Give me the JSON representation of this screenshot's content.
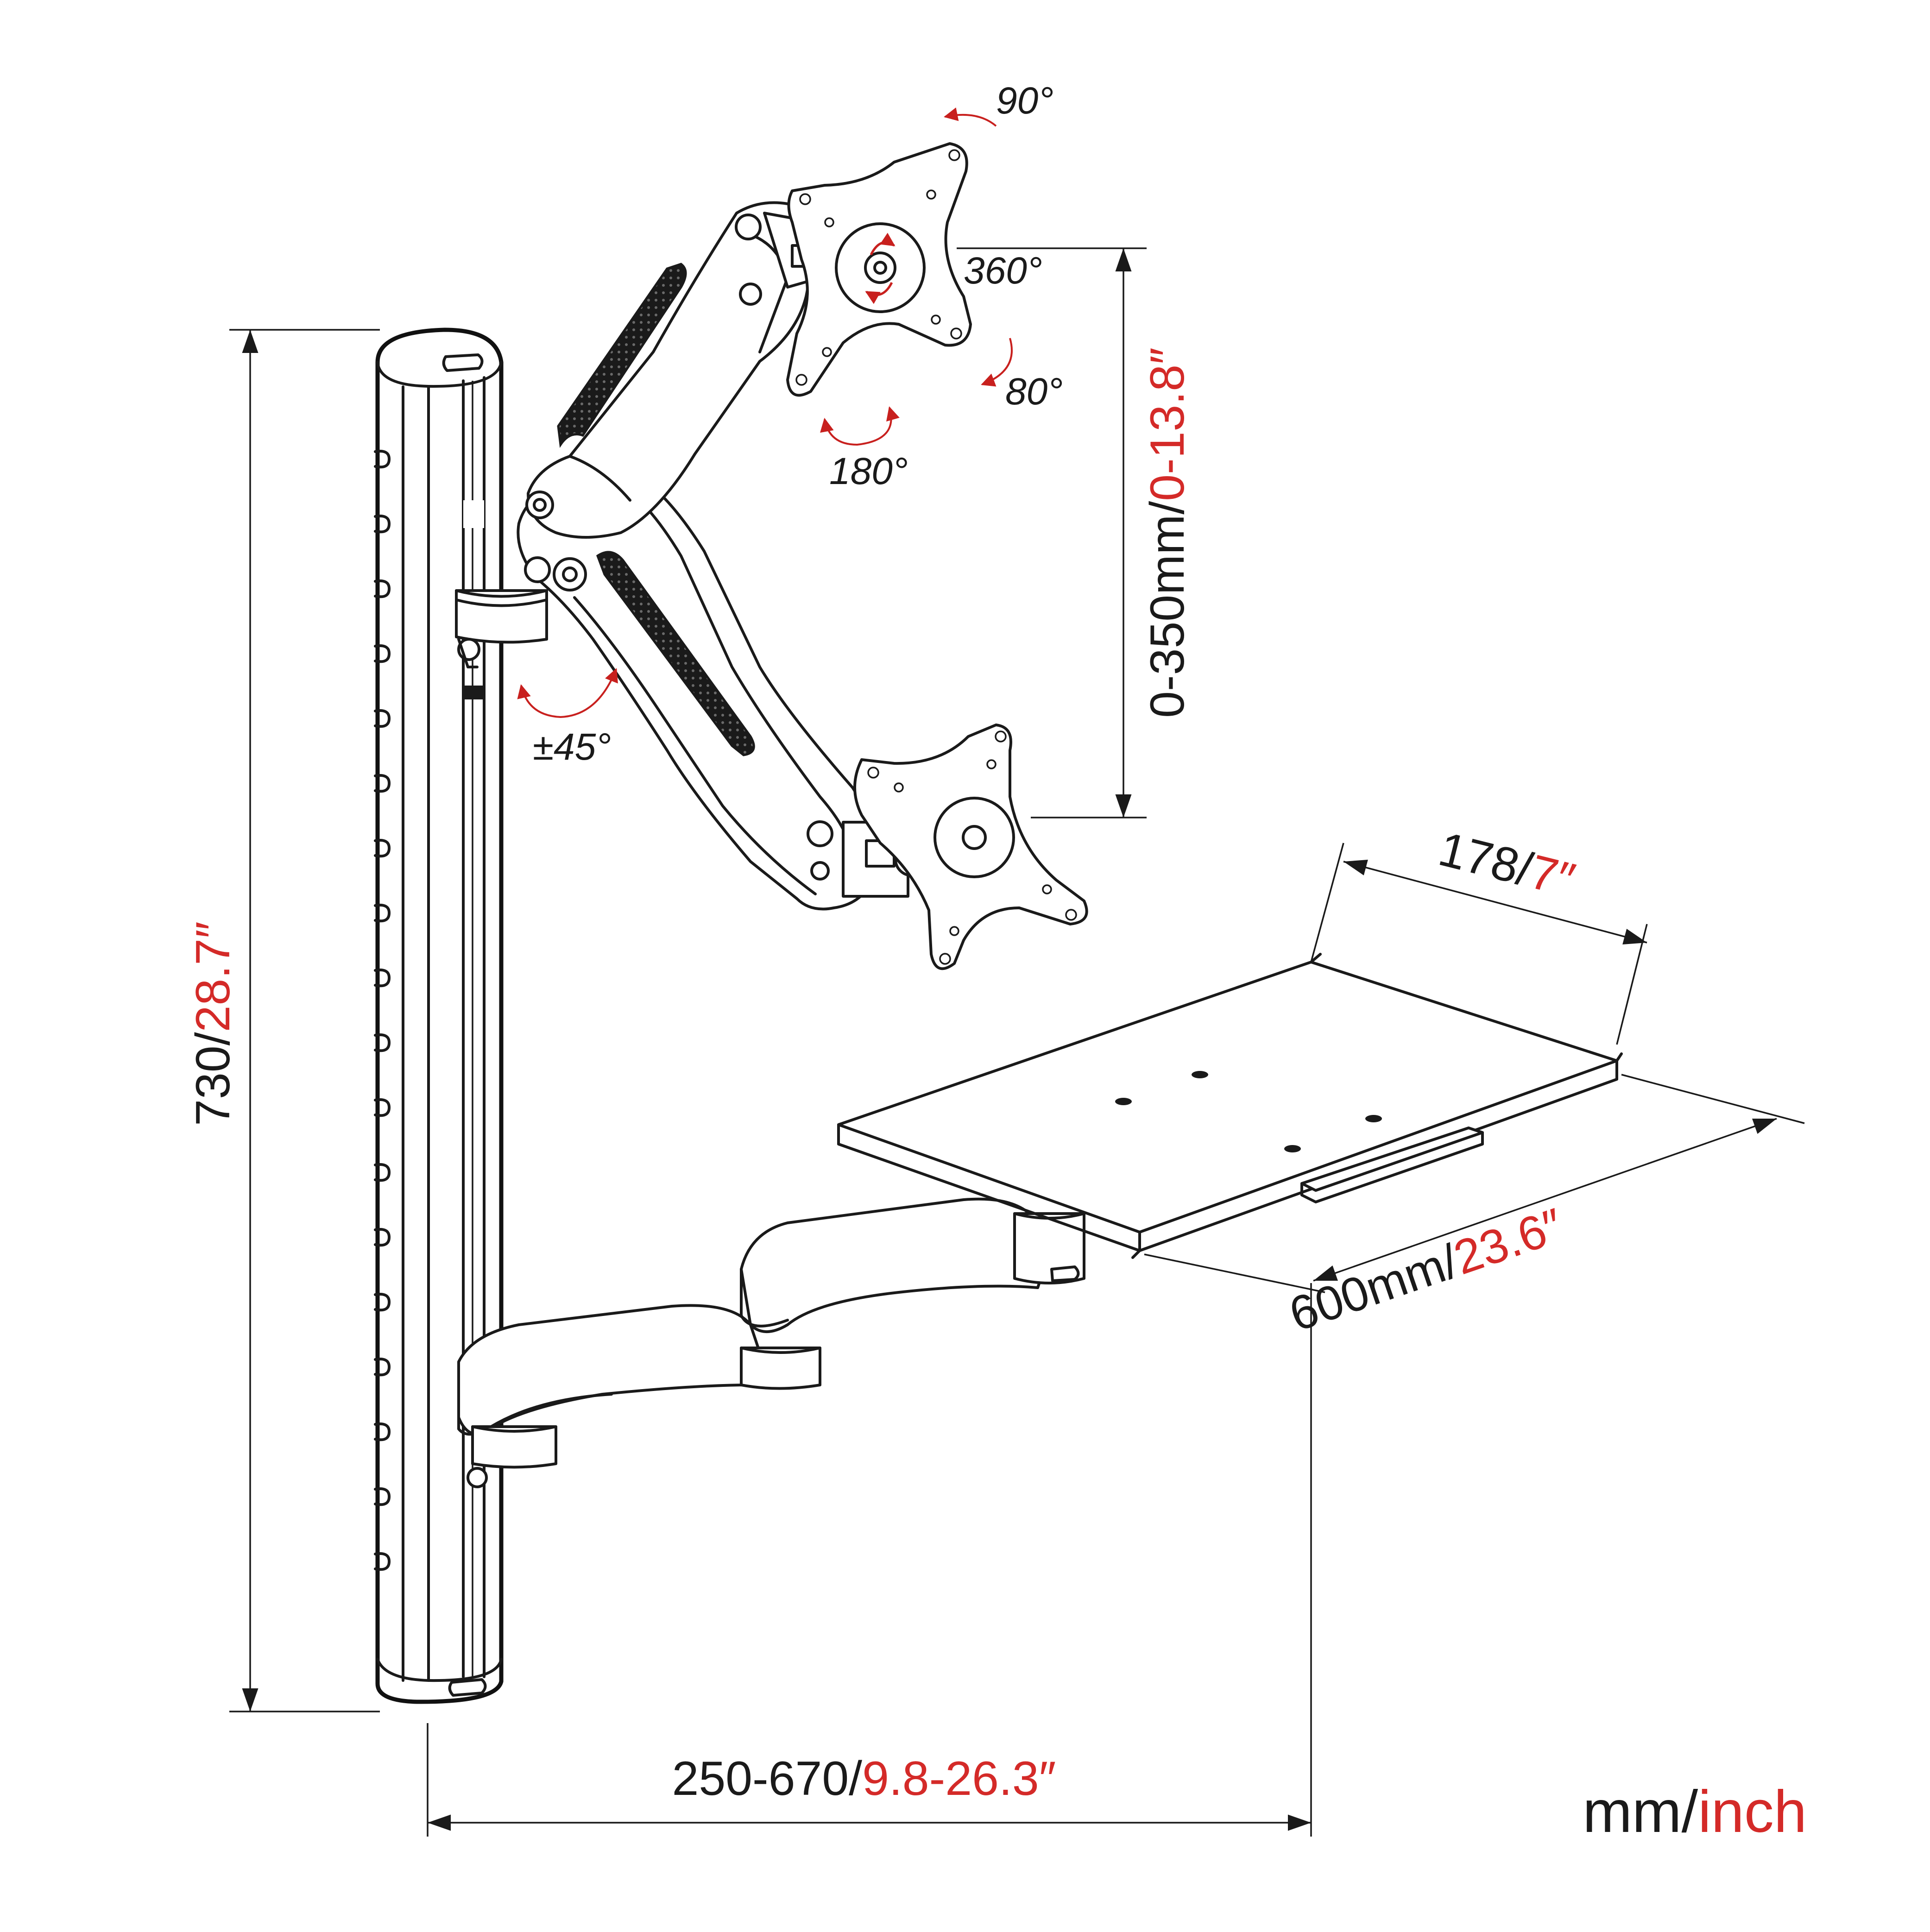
{
  "colors": {
    "ink": "#1a1a1a",
    "accent": "#d42a28"
  },
  "dimensions": {
    "height": {
      "mm": "730/",
      "inch": "28.7″"
    },
    "reach": {
      "mm": "250-670/",
      "inch": "9.8-26.3″"
    },
    "lift": {
      "mm": "0-350mm/",
      "inch": "0-13.8″"
    },
    "depth": {
      "mm": "178/",
      "inch": "7″"
    },
    "width": {
      "mm": "600mm/",
      "inch": "23.6″"
    }
  },
  "angles": {
    "tilt_up": "90°",
    "rotate": "360°",
    "tilt_down": "80°",
    "swivel": "180°",
    "arm": "±45°"
  },
  "units": {
    "mm": "mm/",
    "inch": "inch"
  },
  "icons": [
    "rotation-arrow-icon",
    "dimension-arrow-icon"
  ]
}
